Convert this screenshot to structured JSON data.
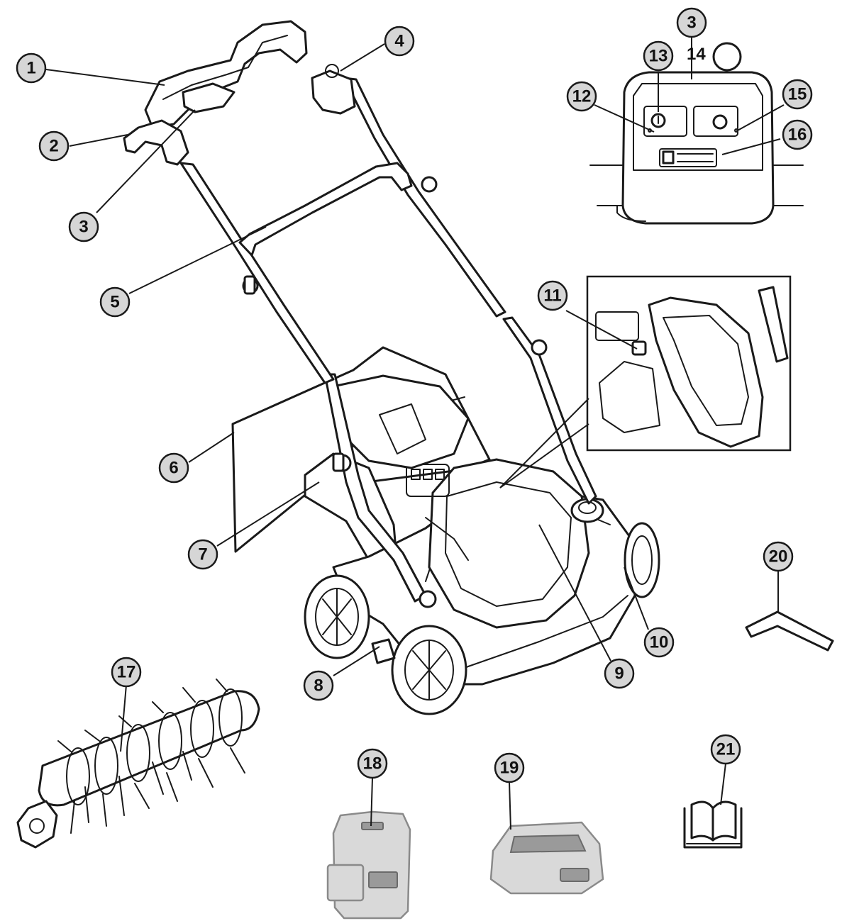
{
  "diagram": {
    "callouts": [
      {
        "id": "c1",
        "label": "1"
      },
      {
        "id": "c2",
        "label": "2"
      },
      {
        "id": "c3a",
        "label": "3"
      },
      {
        "id": "c4",
        "label": "4"
      },
      {
        "id": "c5",
        "label": "5"
      },
      {
        "id": "c6",
        "label": "6"
      },
      {
        "id": "c7",
        "label": "7"
      },
      {
        "id": "c8",
        "label": "8"
      },
      {
        "id": "c9",
        "label": "9"
      },
      {
        "id": "c10",
        "label": "10"
      },
      {
        "id": "c11",
        "label": "11"
      },
      {
        "id": "c12",
        "label": "12"
      },
      {
        "id": "c13",
        "label": "13"
      },
      {
        "id": "c3b",
        "label": "3"
      },
      {
        "id": "c15",
        "label": "15"
      },
      {
        "id": "c16",
        "label": "16"
      },
      {
        "id": "c17",
        "label": "17"
      },
      {
        "id": "c18",
        "label": "18"
      },
      {
        "id": "c19",
        "label": "19"
      },
      {
        "id": "c20",
        "label": "20"
      },
      {
        "id": "c21",
        "label": "21"
      }
    ],
    "plain_label": "14",
    "colors": {
      "callout_fill": "#d6d6d6",
      "line": "#1a1a1a",
      "accessory_grey": "#d9d9d9"
    }
  }
}
